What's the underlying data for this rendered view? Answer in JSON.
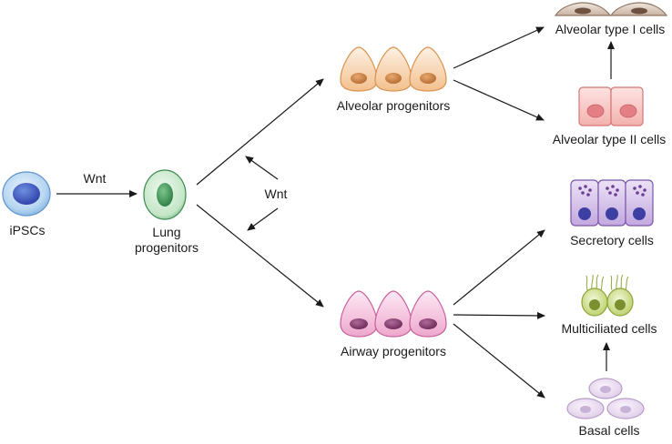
{
  "diagram": {
    "ipscs_label": "iPSCs",
    "wnt_label_1": "Wnt",
    "lung_label_line1": "Lung",
    "lung_label_line2": "progenitors",
    "wnt_label_2": "Wnt",
    "alveolar_progenitors_label": "Alveolar progenitors",
    "airway_progenitors_label": "Airway progenitors",
    "at1_label": "Alveolar type I cells",
    "at2_label": "Alveolar type II cells",
    "secretory_label": "Secretory cells",
    "multiciliated_label": "Multiciliated cells",
    "basal_label": "Basal cells"
  },
  "colors": {
    "ipsc": "#7fb2e0",
    "lung": "#5aa86a",
    "alveolar": "#f0b077",
    "airway": "#e48dbf",
    "at1": "#b89c88",
    "at2": "#ee9a9a",
    "secretory": "#a783c9",
    "multiciliated": "#a9c24f",
    "basal": "#d9c5e3",
    "arrow": "#1a1a1a"
  }
}
